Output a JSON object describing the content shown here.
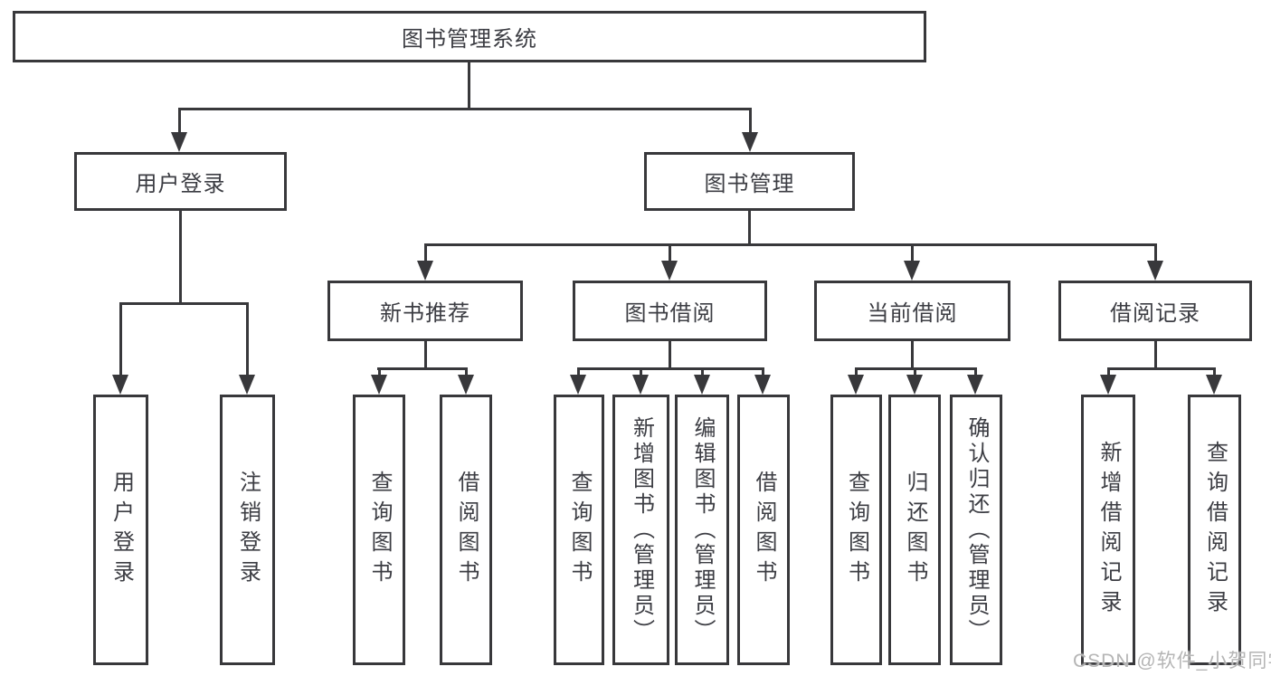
{
  "diagram": {
    "type": "hierarchy",
    "root": {
      "label": "图书管理系统"
    },
    "user_login": {
      "label": "用户登录",
      "children": {
        "login": {
          "label": "用户登录"
        },
        "logout": {
          "label": "注销登录"
        }
      }
    },
    "book_mgmt": {
      "label": "图书管理",
      "children": {
        "new_book": {
          "label": "新书推荐",
          "children": {
            "query": {
              "label": "查询图书"
            },
            "borrow": {
              "label": "借阅图书"
            }
          }
        },
        "borrow": {
          "label": "图书借阅",
          "children": {
            "query": {
              "label": "查询图书"
            },
            "add": {
              "label": "新增图书（管理员）"
            },
            "edit": {
              "label": "编辑图书（管理员）"
            },
            "borrow": {
              "label": "借阅图书"
            }
          }
        },
        "current": {
          "label": "当前借阅",
          "children": {
            "query": {
              "label": "查询图书"
            },
            "return": {
              "label": "归还图书"
            },
            "confirm": {
              "label": "确认归还（管理员）"
            }
          }
        },
        "records": {
          "label": "借阅记录",
          "children": {
            "add": {
              "label": "新增借阅记录"
            },
            "query": {
              "label": "查询借阅记录"
            }
          }
        }
      }
    }
  },
  "watermark": {
    "text": "CSDN @软件_小贺同学"
  },
  "colors": {
    "line": "#38383b",
    "text": "#3c3d43",
    "watermark": "#b5b5b5",
    "background": "#ffffff"
  }
}
